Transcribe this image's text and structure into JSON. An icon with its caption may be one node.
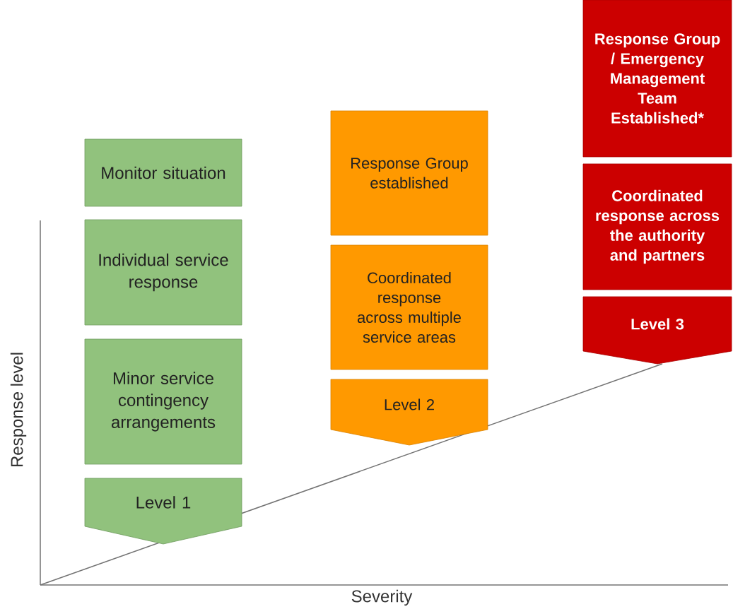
{
  "diagram": {
    "nodes": [
      {
        "text": [
          "Monitor situation"
        ]
      },
      {
        "text": [
          "Individual service response"
        ]
      },
      {
        "text": [
          "Minor service contingency arrangements"
        ]
      },
      {
        "text": [
          "Level 1"
        ]
      },
      {
        "text": [
          "Response Group established"
        ]
      },
      {
        "text": [
          "Coordinated response across multiple service areas"
        ]
      },
      {
        "text": [
          "Level 2"
        ]
      },
      {
        "text": [
          "Response Group / Emergency Management Team Established*"
        ]
      },
      {
        "text": [
          "Coordinated response across the authority and partners"
        ]
      },
      {
        "text": [
          "Level 3"
        ]
      }
    ],
    "edges": [],
    "labels": [
      "Response level",
      "Severity"
    ]
  }
}
